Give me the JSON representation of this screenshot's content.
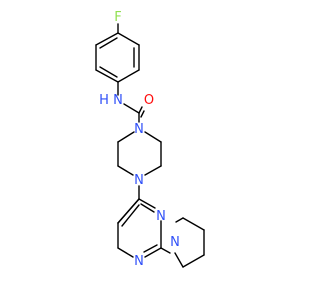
{
  "molecule": {
    "atom_labels": {
      "fluorine": "F",
      "amide_nitrogen": "N",
      "amide_hydrogen": "H",
      "carbonyl_oxygen": "O",
      "piperazine_n1": "N",
      "piperazine_n4": "N",
      "pyrimidine_n3": "N",
      "pyrimidine_n1": "N",
      "piperidine_n": "N"
    },
    "colors": {
      "bond": "#000000",
      "nitrogen": "#3050F8",
      "oxygen": "#FF0D0D",
      "fluorine": "#90E050",
      "background": "#FFFFFF"
    }
  }
}
